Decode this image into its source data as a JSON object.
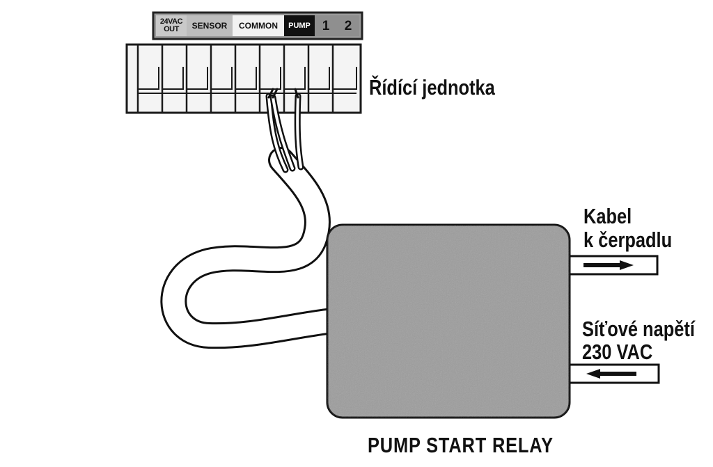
{
  "terminal_strip": {
    "labels": [
      "24VAC OUT",
      "SENSOR",
      "COMMON",
      "PUMP",
      "1",
      "2"
    ]
  },
  "controller": {
    "label": "Řídící jednotka"
  },
  "relay": {
    "caption": "PUMP START RELAY"
  },
  "outputs": {
    "pump_cable_line1": "Kabel",
    "pump_cable_line2": "k čerpadlu",
    "mains_line1": "Síťové napětí",
    "mains_line2": "230 VAC"
  }
}
